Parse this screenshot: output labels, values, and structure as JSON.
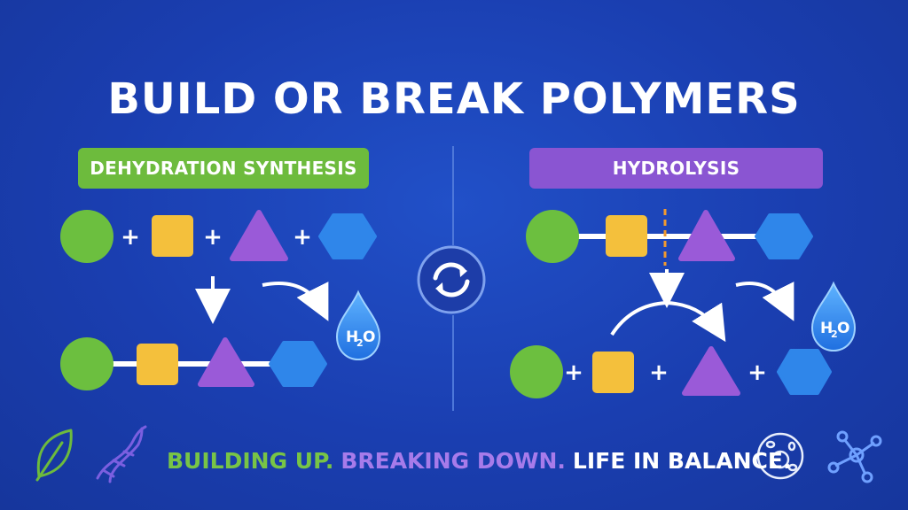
{
  "title": "BUILD OR BREAK POLYMERS",
  "left_panel": {
    "label": "DEHYDRATION SYNTHESIS",
    "color": "#6dbb3d",
    "plus_signs": [
      "+",
      "+",
      "+"
    ],
    "water": {
      "main": "H",
      "sub": "2",
      "end": "O"
    }
  },
  "right_panel": {
    "label": "HYDROLYSIS",
    "color": "#8a55d2",
    "plus_signs": [
      "+",
      "+",
      "+"
    ],
    "water": {
      "main": "H",
      "sub": "2",
      "end": "O"
    }
  },
  "center_icon": "cycle-arrows-icon",
  "tagline": {
    "part1": "BUILDING UP.",
    "part2": "BREAKING DOWN.",
    "part3": "LIFE IN BALANCE.",
    "colors": [
      "#78c446",
      "#a77bea",
      "#ffffff"
    ]
  },
  "icons": [
    "leaf-icon",
    "dna-icon",
    "cell-icon",
    "molecule-icon"
  ],
  "monomer_colors": {
    "circle": "#6cbf3f",
    "square": "#f4c03c",
    "triangle": "#9a5ad8",
    "hexagon": "#2f86ea"
  }
}
